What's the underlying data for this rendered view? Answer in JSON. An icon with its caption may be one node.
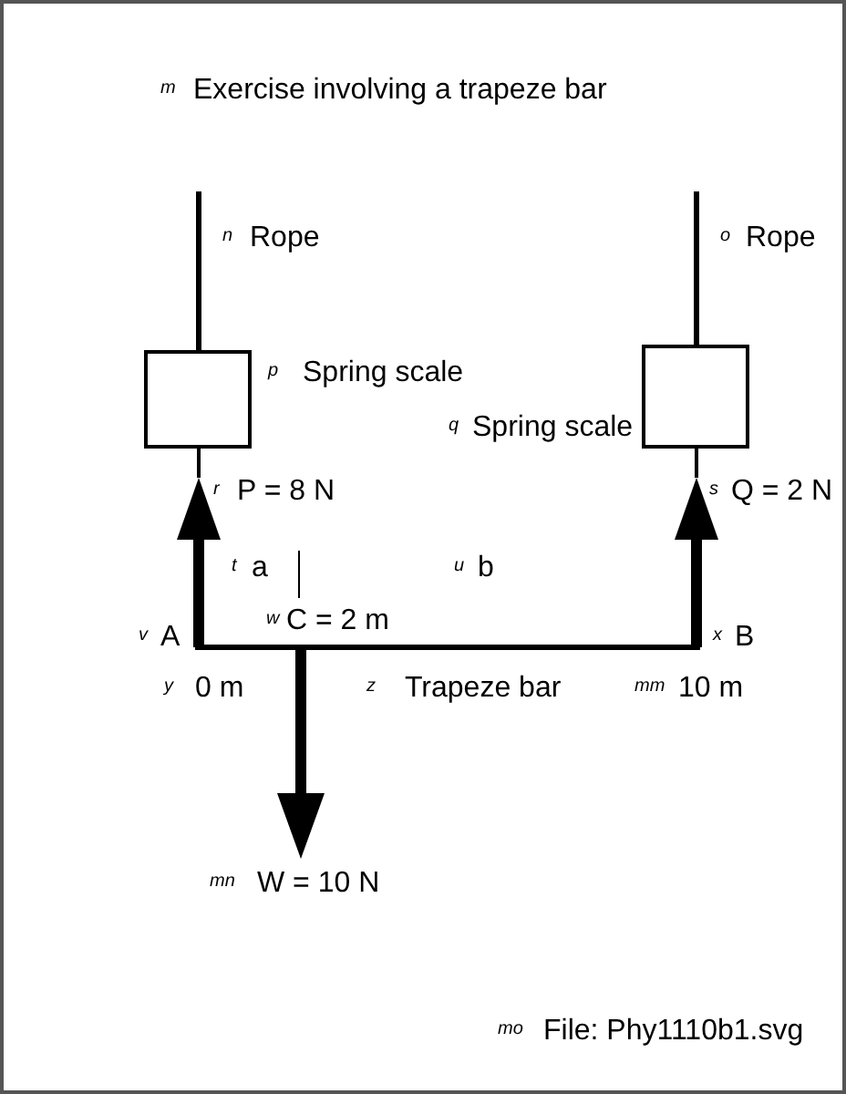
{
  "diagram": {
    "labels": [
      "m",
      "Exercise involving a trapeze bar",
      "n",
      "Rope",
      "o",
      "Rope",
      "p",
      "Spring scale",
      "q",
      "Spring scale",
      "r",
      "P = 8 N",
      "s",
      "Q = 2 N",
      "t",
      "a",
      "u",
      "b",
      "w",
      "C = 2 m",
      "v",
      "A",
      "x",
      "B",
      "y",
      "0 m",
      "z",
      "Trapeze bar",
      "mm",
      "10 m",
      "mn",
      "W = 10 N",
      "mo",
      "File: Phy1110b1.svg"
    ]
  }
}
